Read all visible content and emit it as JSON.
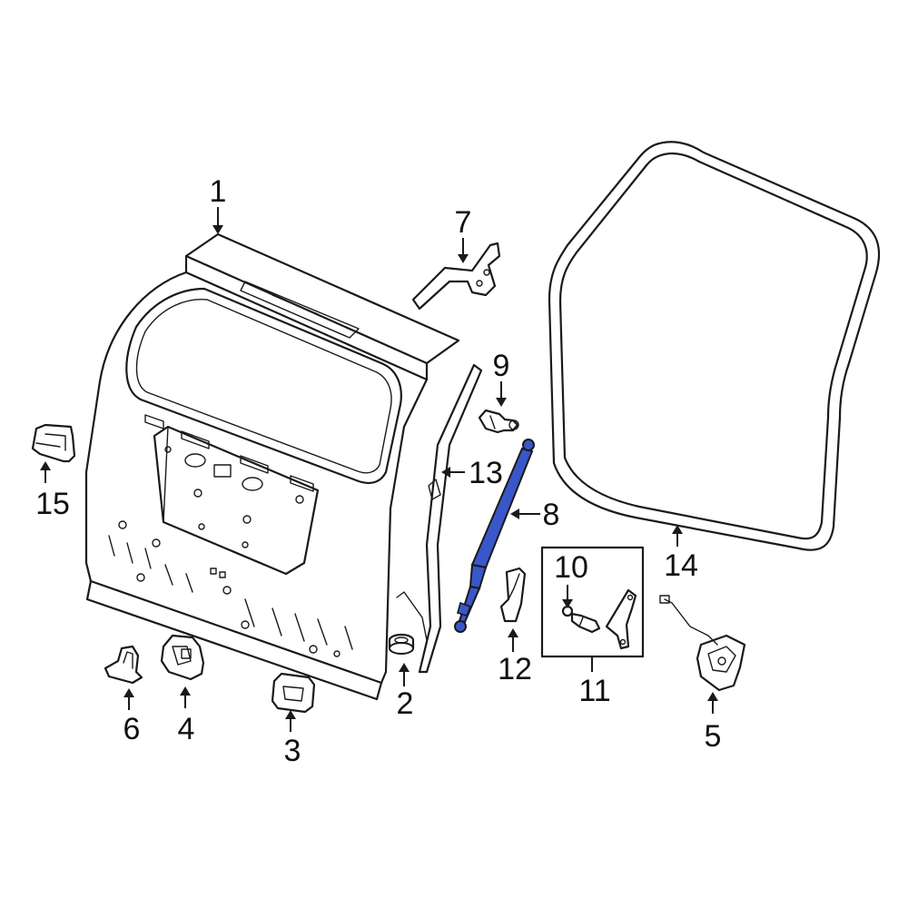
{
  "callouts": {
    "c1": "1",
    "c2": "2",
    "c3": "3",
    "c4": "4",
    "c5": "5",
    "c6": "6",
    "c7": "7",
    "c8": "8",
    "c9": "9",
    "c10": "10",
    "c11": "11",
    "c12": "12",
    "c13": "13",
    "c14": "14",
    "c15": "15"
  },
  "colors": {
    "line": "#1a1a1a",
    "highlight_part": "#3a57c9",
    "background": "#ffffff"
  },
  "highlighted_part": "8"
}
